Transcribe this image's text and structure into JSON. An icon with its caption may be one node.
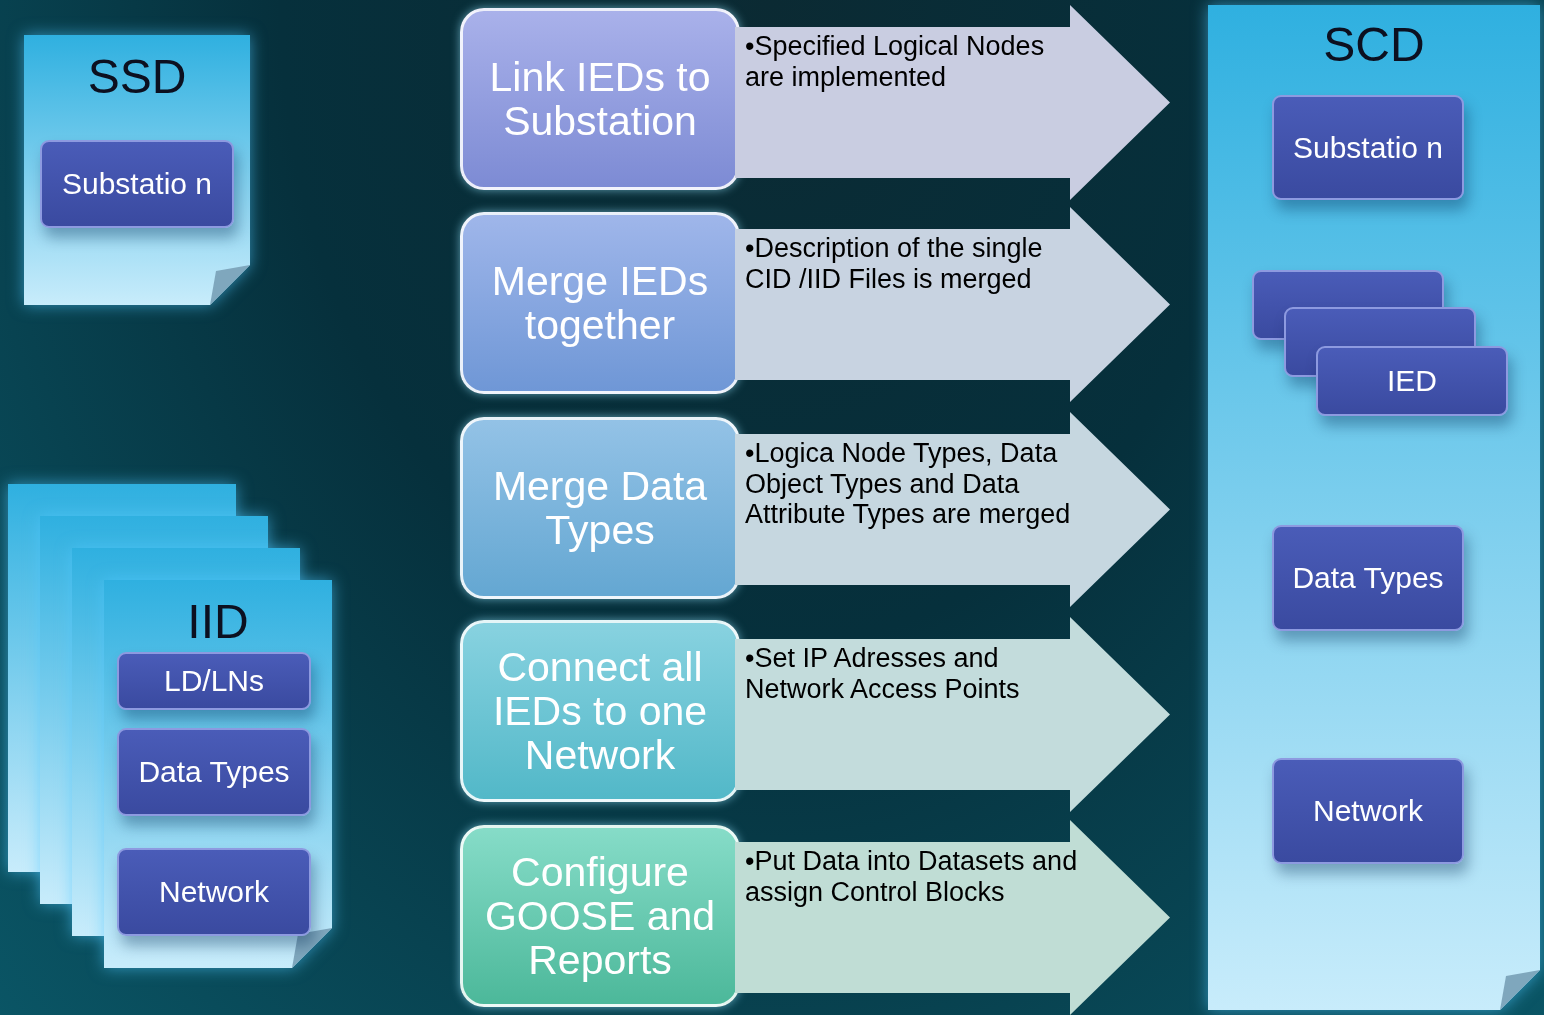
{
  "diagram": {
    "nodes": [
      {
        "text": [
          "SSD"
        ]
      },
      {
        "text": [
          "Substatio n"
        ],
        "in": 0
      },
      {
        "text": [],
        "shape": "box"
      },
      {
        "text": [],
        "shape": "box"
      },
      {
        "text": [],
        "shape": "box"
      },
      {
        "text": [
          "IID"
        ]
      },
      {
        "text": [
          "LD/LNs"
        ]
      },
      {
        "text": [
          "Data Types"
        ]
      },
      {
        "text": [
          "Network"
        ]
      },
      {
        "text": [
          "Link IEDs to Substation"
        ]
      },
      {
        "text": [
          "Merge IEDs together"
        ]
      },
      {
        "text": [
          "Merge Data Types"
        ]
      },
      {
        "text": [
          "Connect all IEDs to one Network"
        ]
      },
      {
        "text": [
          "Configure GOOSE and Reports"
        ]
      },
      {
        "text": [
          "•Specified Logical Nodes are implemented"
        ]
      },
      {
        "text": [
          "•Description of the single CID /IID Files is merged"
        ]
      },
      {
        "text": [
          "•Logica Node Types, Data Object Types and Data Attribute Types are merged"
        ]
      },
      {
        "text": [
          "•Set IP Adresses and Network Access Points"
        ]
      },
      {
        "text": [
          "•Put Data into Datasets and assign Control Blocks"
        ]
      },
      {
        "text": [
          "SCD"
        ]
      },
      {
        "text": [
          "Substatio n"
        ],
        "in": 19
      },
      {
        "text": [],
        "shape": "box",
        "in": 19
      },
      {
        "text": [],
        "shape": "box",
        "in": 19
      },
      {
        "text": [
          "IED"
        ],
        "in": 19
      },
      {
        "text": [
          "Data Types"
        ],
        "in": 19
      },
      {
        "text": [
          "Network"
        ],
        "in": 19
      }
    ]
  }
}
